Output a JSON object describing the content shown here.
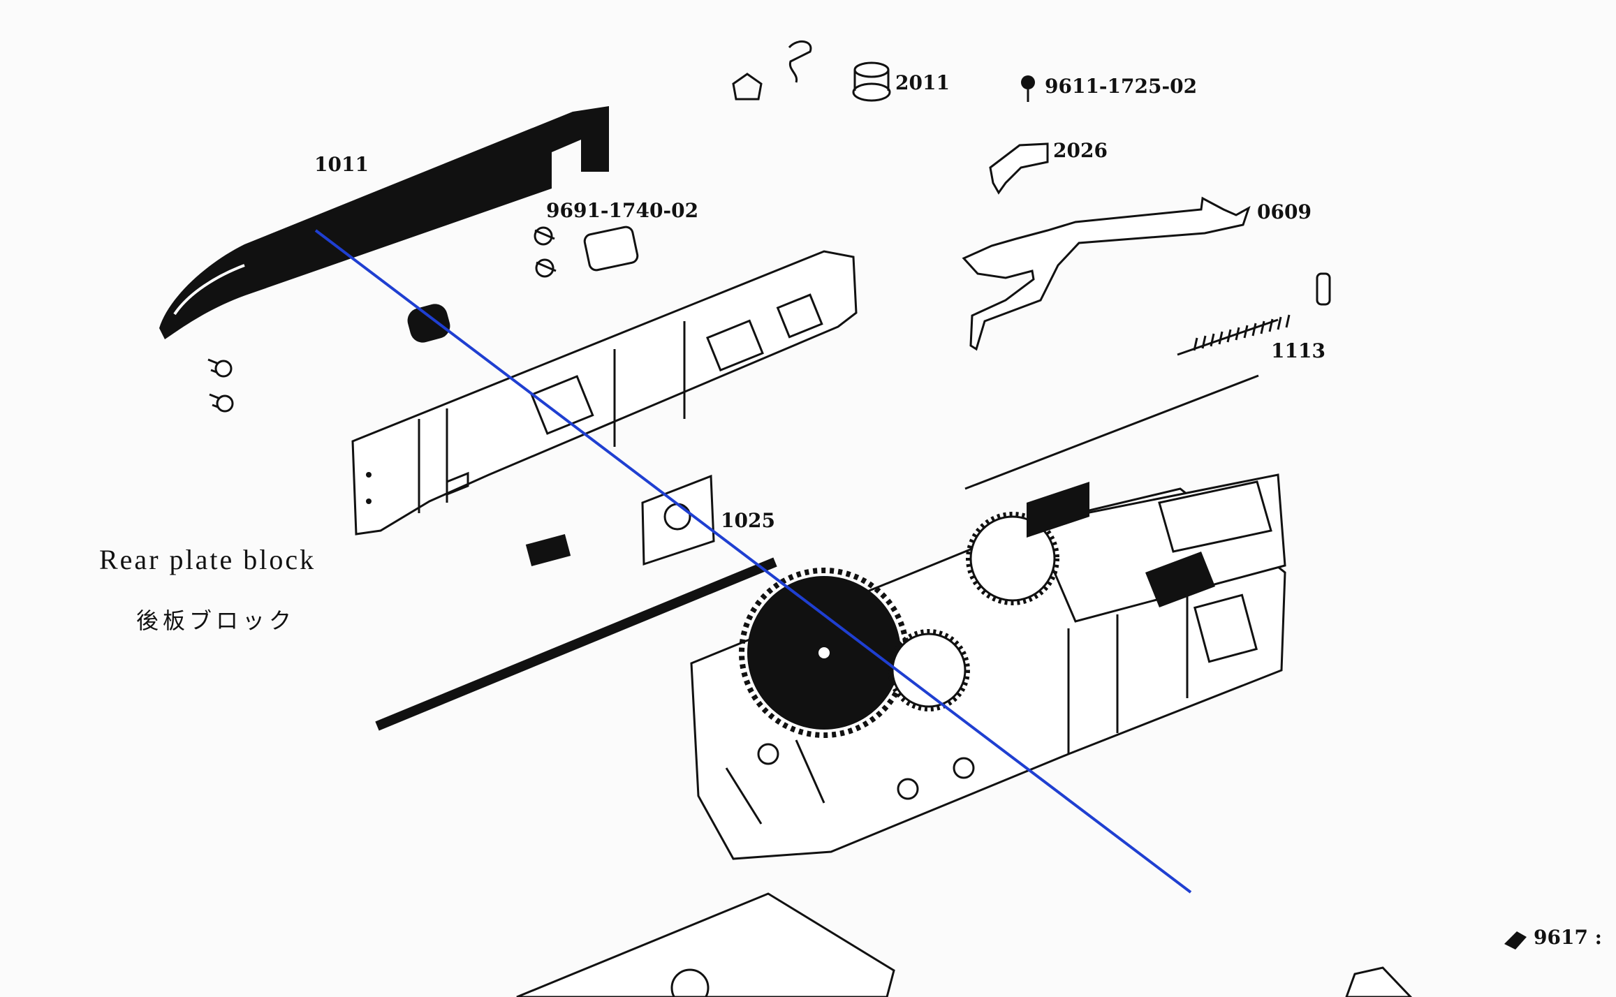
{
  "title": {
    "en": "Rear plate block",
    "jp": "後板ブロック"
  },
  "part_labels": {
    "p1011": "1011",
    "p2011": "2011",
    "p9611": "9611-1725-02",
    "p2026": "2026",
    "p9691": "9691-1740-02",
    "p0609": "0609",
    "p1113": "1113",
    "p1025": "1025",
    "p9617": "9617 :"
  },
  "colors": {
    "ink": "#111111",
    "paper": "#fbfbfb",
    "guide_line": "#1f3fd1"
  }
}
